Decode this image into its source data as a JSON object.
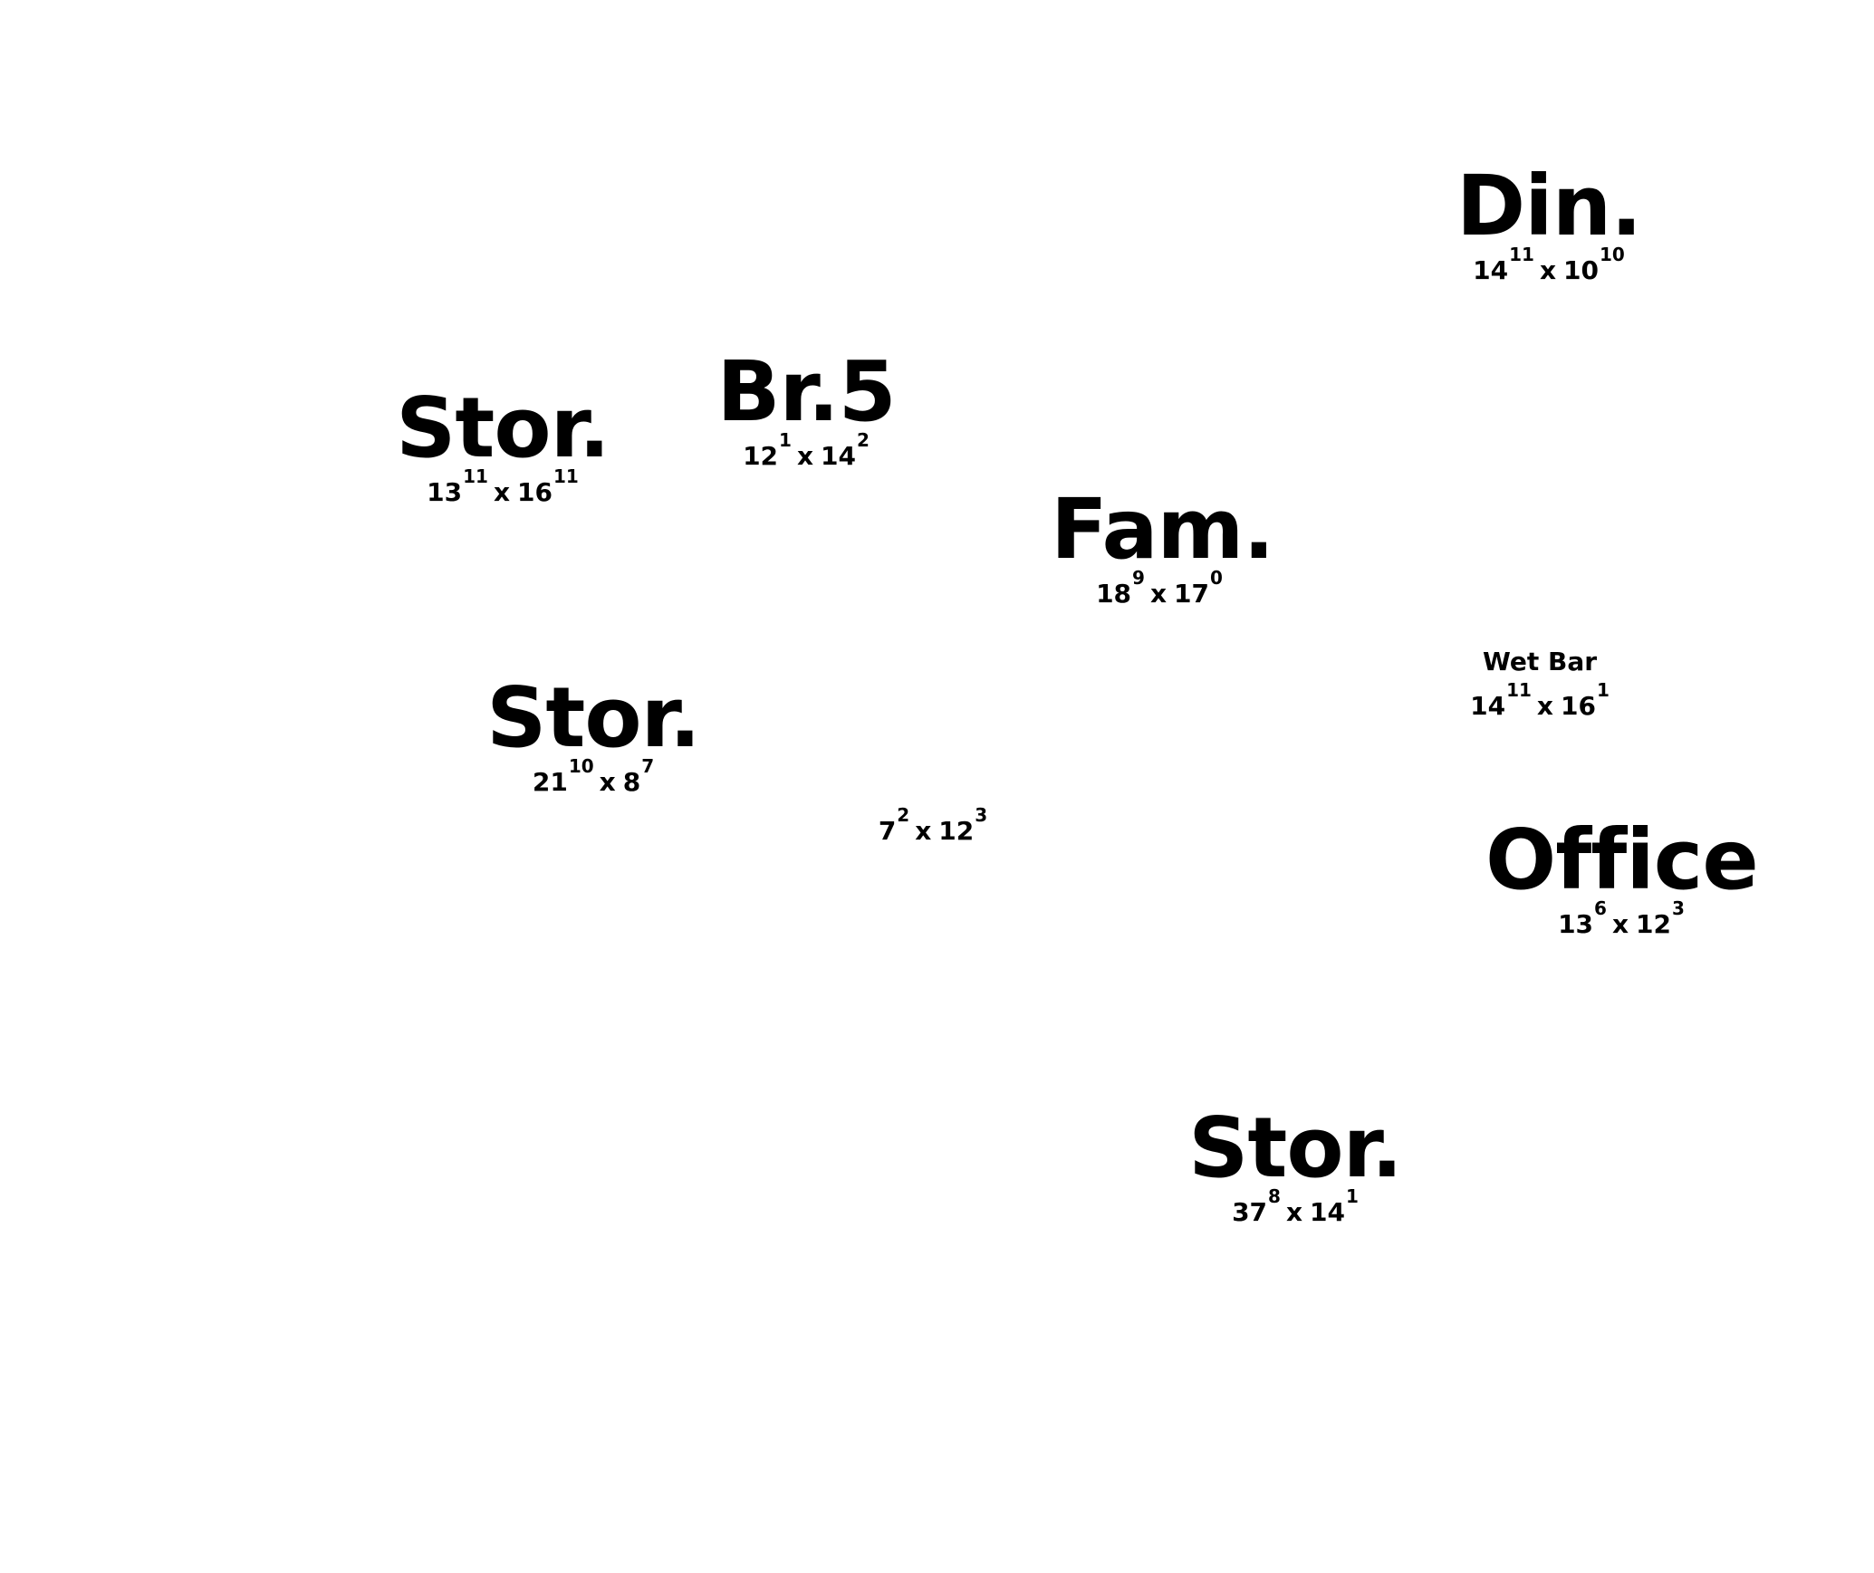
{
  "plan": {
    "rooms": [
      {
        "name": "Din.",
        "w": "14",
        "wi": "11",
        "l": "10",
        "li": "10"
      },
      {
        "name": "Br.5",
        "w": "12",
        "wi": "1",
        "l": "14",
        "li": "2"
      },
      {
        "name": "Stor.",
        "w": "13",
        "wi": "11",
        "l": "16",
        "li": "11"
      },
      {
        "name": "Fam.",
        "w": "18",
        "wi": "9",
        "l": "17",
        "li": "0"
      },
      {
        "name": "Wet Bar",
        "w": "14",
        "wi": "11",
        "l": "16",
        "li": "1"
      },
      {
        "name": "Stor.",
        "w": "21",
        "wi": "10",
        "l": "8",
        "li": "7"
      },
      {
        "name": "",
        "w": "7",
        "wi": "2",
        "l": "12",
        "li": "3"
      },
      {
        "name": "Office",
        "w": "13",
        "wi": "6",
        "l": "12",
        "li": "3"
      },
      {
        "name": "Stor.",
        "w": "37",
        "wi": "8",
        "l": "14",
        "li": "1"
      }
    ],
    "times": "x"
  }
}
